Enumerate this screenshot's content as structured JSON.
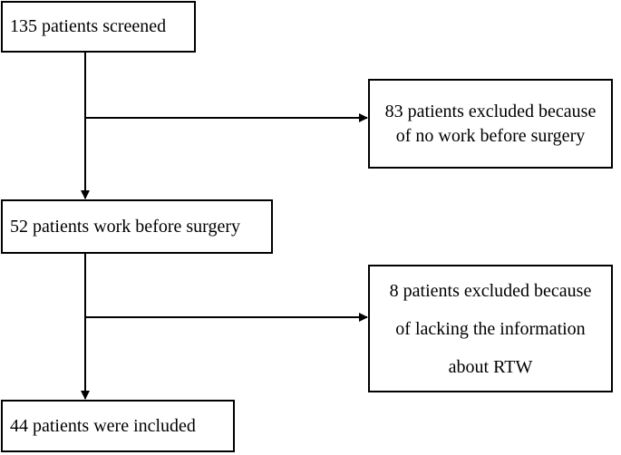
{
  "flowchart": {
    "screened": "135 patients screened",
    "excluded_1": {
      "line1": "83 patients excluded because",
      "line2": "of no work before surgery"
    },
    "working": "52 patients work before surgery",
    "excluded_2": {
      "line1": "8 patients excluded because",
      "line2": "of lacking the information",
      "line3": "about RTW"
    },
    "included": "44 patients were included"
  }
}
